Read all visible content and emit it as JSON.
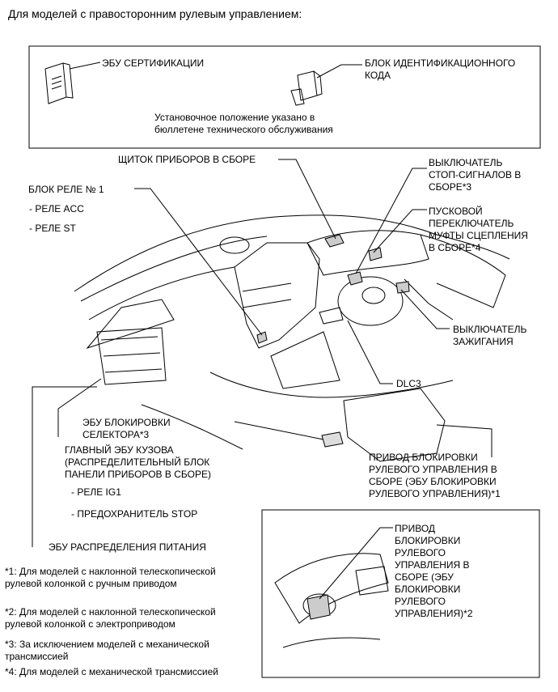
{
  "header": "Для моделей с правосторонним рулевым управлением:",
  "top_box": {
    "ecu_cert": "ЭБУ СЕРТИФИКАЦИИ",
    "id_block": "БЛОК ИДЕНТИФИКАЦИОННОГО\nКОДА",
    "note": "Установочное положение указано в\nбюллетене технического обслуживания"
  },
  "labels": {
    "meter": "ЩИТОК ПРИБОРОВ В СБОРЕ",
    "relay_block": "БЛОК РЕЛЕ № 1",
    "relay_acc": "- РЕЛЕ ACC",
    "relay_st": "- РЕЛЕ ST",
    "stop_switch": "ВЫКЛЮЧАТЕЛЬ\nСТОП-СИГНАЛОВ В\nСБОРЕ*3",
    "clutch_switch": "ПУСКОВОЙ\nПЕРЕКЛЮЧАТЕЛЬ\nМУФТЫ СЦЕПЛЕНИЯ\nВ СБОРЕ*4",
    "ignition_switch": "ВЫКЛЮЧАТЕЛЬ\nЗАЖИГАНИЯ",
    "dlc3": "DLC3",
    "shift_lock": "ЭБУ БЛОКИРОВКИ\nСЕЛЕКТОРА*3",
    "main_body": "ГЛАВНЫЙ ЭБУ КУЗОВА\n(РАСПРЕДЕЛИТЕЛЬНЫЙ БЛОК\nПАНЕЛИ ПРИБОРОВ В СБОРЕ)",
    "relay_ig1": "- РЕЛЕ IG1",
    "fuse_stop": "- ПРЕДОХРАНИТЕЛЬ STOP",
    "power_dist": "ЭБУ РАСПРЕДЕЛЕНИЯ ПИТАНИЯ",
    "steering_lock1": "ПРИВОД БЛОКИРОВКИ\nРУЛЕВОГО УПРАВЛЕНИЯ В\nСБОРЕ (ЭБУ БЛОКИРОВКИ\nРУЛЕВОГО УПРАВЛЕНИЯ)*1",
    "steering_lock2": "ПРИВОД\nБЛОКИРОВКИ\nРУЛЕВОГО\nУПРАВЛЕНИЯ В\nСБОРЕ (ЭБУ\nБЛОКИРОВКИ\nРУЛЕВОГО\nУПРАВЛЕНИЯ)*2"
  },
  "footnotes": {
    "n1": "*1: Для моделей с наклонной телескопической\nрулевой колонкой с ручным приводом",
    "n2": "*2: Для моделей с наклонной телескопической\nрулевой колонкой с электроприводом",
    "n3": "*3: За исключением моделей с механической\nтрансмиссией",
    "n4": "*4: Для моделей с механической трансмиссией"
  }
}
